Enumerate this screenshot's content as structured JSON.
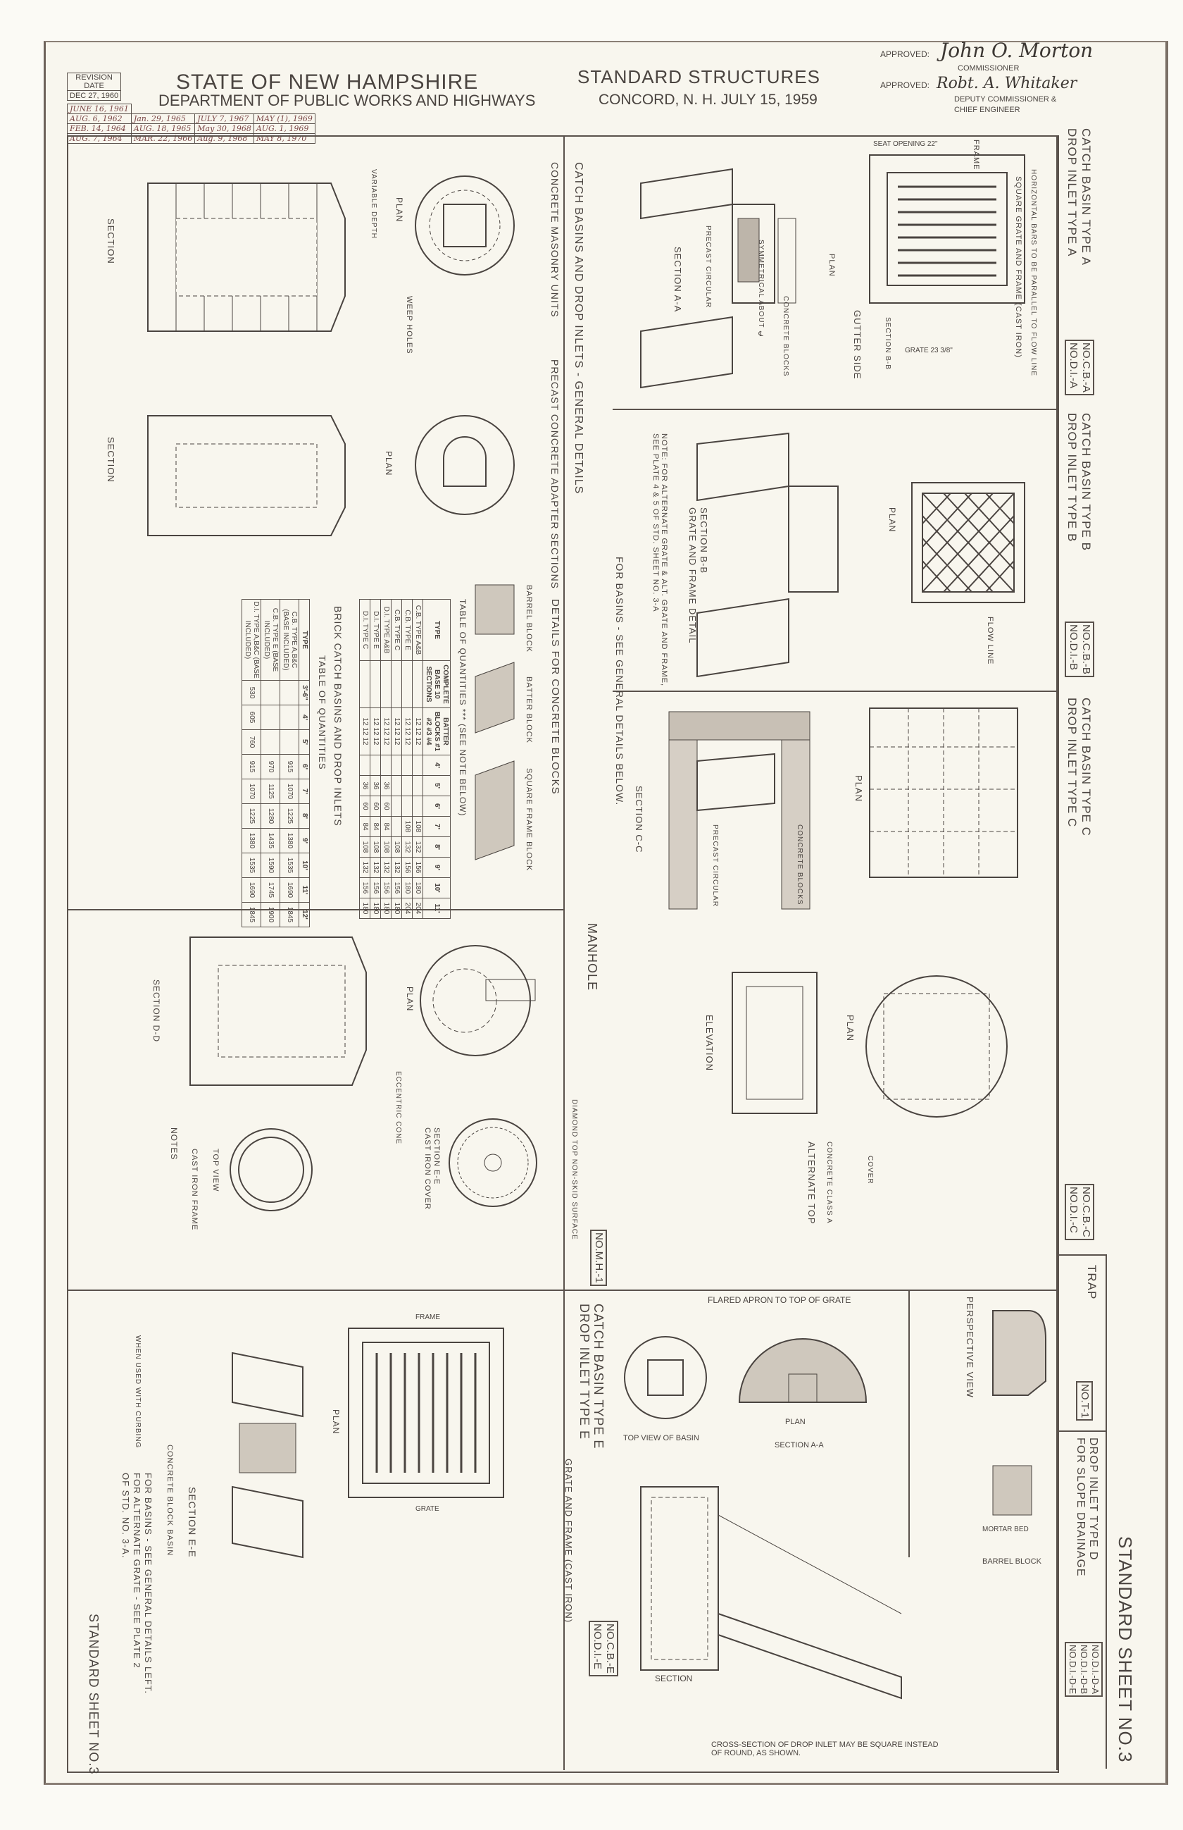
{
  "header": {
    "state": "STATE OF NEW HAMPSHIRE",
    "department": "DEPARTMENT OF PUBLIC WORKS AND HIGHWAYS",
    "sheet_title": "STANDARD STRUCTURES",
    "location_date": "CONCORD, N. H.  JULY 15, 1959",
    "approved_label_1": "APPROVED:",
    "signature_1": "John O. Morton",
    "role_1": "COMMISSIONER",
    "approved_label_2": "APPROVED:",
    "signature_2": "Robt. A. Whitaker",
    "role_2": "DEPUTY COMMISSIONER &",
    "role_2b": "CHIEF ENGINEER"
  },
  "revisions": {
    "label": "REVISION",
    "date_label": "DATE",
    "col1": [
      "DEC 27, 1960",
      "JUNE 16, 1961",
      "AUG. 6, 1962",
      "FEB. 14, 1964",
      "AUG. 7, 1964"
    ],
    "col2": [
      "Jan. 29, 1965",
      "AUG. 18, 1965",
      "MAR. 22, 1966"
    ],
    "col3": [
      "JULY 7, 1967",
      "May 30, 1968",
      "Aug. 9, 1968"
    ],
    "col4": [
      "MAY (1), 1969",
      "AUG. 1, 1969",
      "MAY 8, 1970"
    ]
  },
  "panels": {
    "cb_a": {
      "title1": "CATCH BASIN TYPE A",
      "title2": "DROP INLET TYPE A",
      "id1": "NO.C.B.-A",
      "id2": "NO.D.I.-A",
      "labels": [
        "FRAME",
        "SEAT OPENING 22\"",
        "GUTTER SIDE",
        "GRATE 23 3/8\"",
        "SECTION B-B",
        "SECTION A-A",
        "PLAN",
        "PRECAST CIRCULAR",
        "SYMMETRICAL ABOUT ℄",
        "CONCRETE BLOCKS",
        "SQUARE GRATE AND FRAME (CAST IRON)",
        "HORIZONTAL BARS TO BE PARALLEL TO FLOW LINE"
      ]
    },
    "cb_b": {
      "title1": "CATCH BASIN TYPE B",
      "title2": "DROP INLET TYPE B",
      "id1": "NO.C.B.-B",
      "id2": "NO.D.I.-B",
      "labels": [
        "PLAN",
        "SECTION B-B",
        "GRATE AND FRAME DETAIL",
        "FLOW LINE",
        "NOTE: FOR ALTERNATE GRATE & ALT. GRATE AND FRAME, SEE PLATE 4 & 5 OF STD. SHEET NO. 3-A",
        "FOR BASINS - SEE GENERAL DETAILS BELOW."
      ]
    },
    "cb_c": {
      "title1": "CATCH BASIN TYPE C",
      "title2": "DROP INLET TYPE C",
      "id1": "NO.C.B.-C",
      "id2": "NO.D.I.-C",
      "labels": [
        "PLAN",
        "SECTION C-C",
        "ELEVATION",
        "ALTERNATE TOP",
        "COVER",
        "CONCRETE CLASS A",
        "PRECAST CIRCULAR",
        "CONCRETE BLOCKS"
      ]
    },
    "trap": {
      "title": "TRAP",
      "id": "NO.T-1",
      "labels": [
        "PERSPECTIVE VIEW"
      ]
    },
    "di_d": {
      "title1": "DROP INLET TYPE D",
      "title2": "FOR SLOPE DRAINAGE",
      "ids": [
        "NO.D.I.-D-A",
        "NO.D.I.-D-B",
        "NO.D.I.-D-E"
      ],
      "labels": [
        "FLARED APRON TO TOP OF GRATE",
        "TOP VIEW OF BASIN",
        "PLAN",
        "SECTION A-A",
        "SECTION",
        "BARREL BLOCK",
        "MORTAR BED",
        "CROSS-SECTION OF DROP INLET MAY BE SQUARE INSTEAD OF ROUND, AS SHOWN."
      ]
    },
    "general": {
      "title": "CATCH BASINS AND DROP INLETS - GENERAL DETAILS",
      "sub1": "CONCRETE MASONRY UNITS",
      "sub2": "PRECAST CONCRETE ADAPTER SECTIONS",
      "sub3": "DETAILS FOR CONCRETE BLOCKS",
      "labels": [
        "PLAN",
        "SECTION",
        "SECTION",
        "PLAN",
        "WEEP HOLES",
        "BARREL BLOCK",
        "BATTER BLOCK",
        "SQUARE FRAME BLOCK",
        "VARIABLE DEPTH"
      ]
    },
    "manhole": {
      "title": "MANHOLE",
      "id": "NO.M.H.-1",
      "labels": [
        "PLAN",
        "SECTION D-D",
        "SECTION E-E",
        "CAST IRON COVER",
        "TOP VIEW",
        "CAST IRON FRAME",
        "DIAMOND TOP NON-SKID SURFACE",
        "NOTES",
        "ECCENTRIC CONE"
      ]
    },
    "cb_e": {
      "title1": "CATCH BASIN TYPE E",
      "title2": "DROP INLET TYPE E",
      "id1": "NO.C.B.-E",
      "id2": "NO.D.I.-E",
      "sub": "GRATE AND FRAME (CAST IRON)",
      "labels": [
        "PLAN",
        "SECTION E-E",
        "WHEN USED WITH CURBING",
        "CONCRETE BLOCK BASIN",
        "FRAME",
        "GRATE"
      ],
      "note": [
        "FOR BASINS - SEE GENERAL DETAILS LEFT.",
        "FOR ALTERNATE GRATE - SEE PLATE 2",
        "OF STD. NO. 3-A."
      ]
    }
  },
  "block_table": {
    "title": "TABLE OF QUANTITIES *** (SEE NOTE BELOW)",
    "headers": [
      "TYPE",
      "COMPLETE BASE 10 SECTIONS",
      "BATTER BLOCKS #1 #2 #3 #4",
      "4'",
      "5'",
      "6'",
      "7'",
      "8'",
      "9'",
      "10'",
      "11'"
    ],
    "rows": [
      [
        "C.B. TYPE A&B",
        "",
        "12 12 12",
        "",
        "",
        "",
        "108",
        "132",
        "156",
        "180",
        "204"
      ],
      [
        "C.B. TYPE E",
        "",
        "12 12 12",
        "",
        "",
        "",
        "108",
        "132",
        "156",
        "180",
        "204"
      ],
      [
        "C.B. TYPE C",
        "",
        "12 12 12",
        "",
        "",
        "",
        "",
        "108",
        "132",
        "156",
        "180"
      ],
      [
        "D.I. TYPE A&B",
        "",
        "12 12 12",
        "",
        "36",
        "60",
        "84",
        "108",
        "132",
        "156",
        "180"
      ],
      [
        "D.I. TYPE E",
        "",
        "12 12 12",
        "",
        "36",
        "60",
        "84",
        "108",
        "132",
        "156",
        "180"
      ],
      [
        "D.I. TYPE C",
        "",
        "12 12 12",
        "",
        "36",
        "60",
        "84",
        "108",
        "132",
        "156",
        "180"
      ]
    ]
  },
  "brick_table": {
    "title": "BRICK CATCH BASINS AND DROP INLETS",
    "subtitle": "TABLE OF QUANTITIES",
    "headers": [
      "TYPE",
      "3'-6\"",
      "4'",
      "5'",
      "6'",
      "7'",
      "8'",
      "9'",
      "10'",
      "11'",
      "12'"
    ],
    "rows": [
      [
        "C.B. TYPE A,B&C (BASE INCLUDED)",
        "",
        "",
        "",
        "915",
        "1070",
        "1225",
        "1380",
        "1535",
        "1690",
        "1845"
      ],
      [
        "C.B. TYPE E (BASE INCLUDED)",
        "",
        "",
        "",
        "970",
        "1125",
        "1280",
        "1435",
        "1590",
        "1745",
        "1900"
      ],
      [
        "D.I. TYPE A,B&C (BASE INCLUDED)",
        "530",
        "605",
        "760",
        "915",
        "1070",
        "1225",
        "1380",
        "1535",
        "1690",
        "1845"
      ]
    ]
  },
  "footer": {
    "sheet_number": "STANDARD SHEET NO.3",
    "sheet_number_left": "STANDARD SHEET NO.3"
  }
}
